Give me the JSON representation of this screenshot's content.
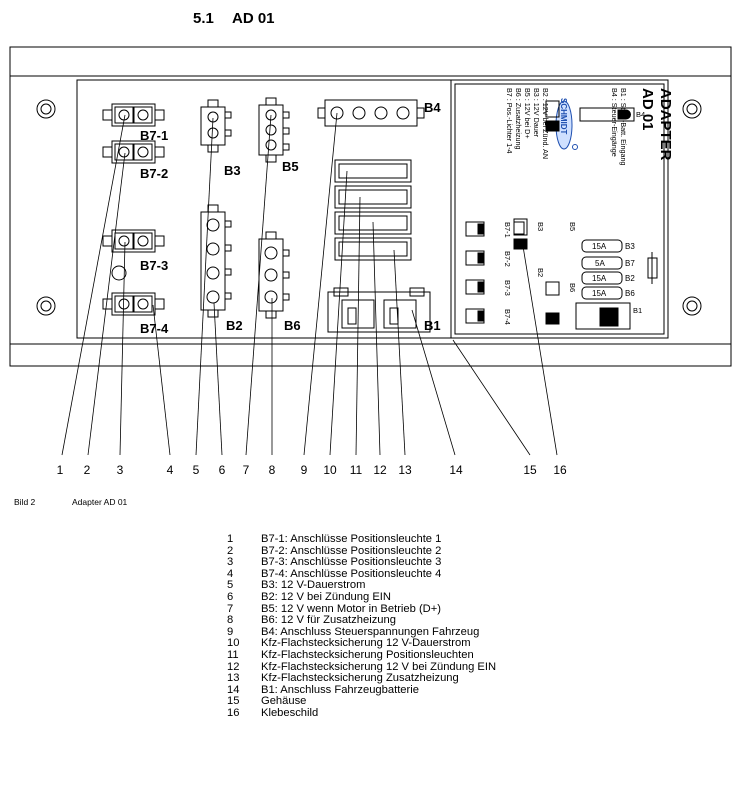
{
  "section": {
    "number": "5.1",
    "title": "AD 01"
  },
  "figure": {
    "caption_label": "Bild 2",
    "caption_text": "Adapter AD 01",
    "connector_labels": {
      "b7_1": "B7-1",
      "b7_2": "B7-2",
      "b7_3": "B7-3",
      "b7_4": "B7-4",
      "b3": "B3",
      "b5": "B5",
      "b2": "B2",
      "b6": "B6",
      "b4": "B4",
      "b1": "B1"
    },
    "callout_numbers": [
      "1",
      "2",
      "3",
      "4",
      "5",
      "6",
      "7",
      "8",
      "9",
      "10",
      "11",
      "12",
      "13",
      "14",
      "15",
      "16"
    ],
    "label_sticker": {
      "title_line1": "ADAPTER",
      "title_line2": "AD 01",
      "logo": "SCHMIDT",
      "lines": [
        "B1 : Start.-Batt. Eingang",
        "B4 : Steuer-Eingänge",
        "B2 : 12V bei Zünd. AN",
        "B3 : 12V Dauer",
        "B5 : 12V bei D+",
        "B6 : Zusatzheizung",
        "B7 : Pos.-Lichter 1-4"
      ],
      "fuse_rows": [
        {
          "amp": "15A",
          "slot": "B3"
        },
        {
          "amp": "5A",
          "slot": "B7"
        },
        {
          "amp": "15A",
          "slot": "B2"
        },
        {
          "amp": "15A",
          "slot": "B6"
        }
      ],
      "map_labels": {
        "b4": "B4",
        "b5": "B5",
        "b3": "B3",
        "b2": "B2",
        "b6": "B6",
        "b1": "B1",
        "b7_1": "B7-1",
        "b7_2": "B7-2",
        "b7_3": "B7-3",
        "b7_4": "B7-4"
      }
    }
  },
  "legend": [
    {
      "num": "1",
      "text": "B7-1: Anschlüsse Positionsleuchte 1"
    },
    {
      "num": "2",
      "text": "B7-2: Anschlüsse Positionsleuchte 2"
    },
    {
      "num": "3",
      "text": "B7-3: Anschlüsse Positionsleuchte 3"
    },
    {
      "num": "4",
      "text": "B7-4: Anschlüsse Positionsleuchte 4"
    },
    {
      "num": "5",
      "text": "B3: 12 V-Dauerstrom"
    },
    {
      "num": "6",
      "text": "B2: 12 V bei Zündung EIN"
    },
    {
      "num": "7",
      "text": "B5: 12 V wenn Motor in Betrieb (D+)"
    },
    {
      "num": "8",
      "text": "B6: 12 V für Zusatzheizung"
    },
    {
      "num": "9",
      "text": "B4: Anschluss Steuerspannungen Fahrzeug"
    },
    {
      "num": "10",
      "text": "Kfz-Flachstecksicherung 12 V-Dauerstrom"
    },
    {
      "num": "11",
      "text": "Kfz-Flachstecksicherung Positionsleuchten"
    },
    {
      "num": "12",
      "text": "Kfz-Flachstecksicherung 12 V bei Zündung EIN"
    },
    {
      "num": "13",
      "text": "Kfz-Flachstecksicherung Zusatzheizung"
    },
    {
      "num": "14",
      "text": "B1: Anschluss Fahrzeugbatterie"
    },
    {
      "num": "15",
      "text": "Gehäuse"
    },
    {
      "num": "16",
      "text": "Klebeschild"
    }
  ]
}
